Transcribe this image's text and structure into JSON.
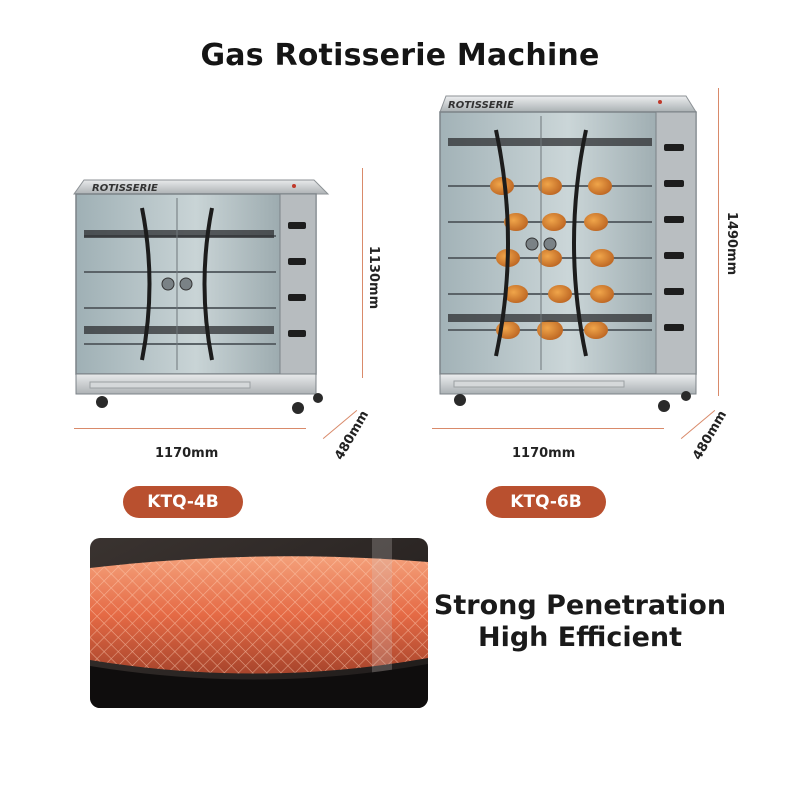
{
  "title": "Gas Rotisserie Machine",
  "machines": [
    {
      "brand": "ROTISSERIE",
      "model": "KTQ-4B",
      "width": "1170mm",
      "height": "1130mm",
      "depth": "480mm",
      "spits": 4
    },
    {
      "brand": "ROTISSERIE",
      "model": "KTQ-6B",
      "width": "1170mm",
      "height": "1490mm",
      "depth": "480mm",
      "spits": 6
    }
  ],
  "slogan": {
    "line1": "Strong Penetration",
    "line2": "High Efficient"
  },
  "colors": {
    "accent": "#b9502f",
    "dimension_line": "#d98a6a",
    "steel": "#c9ccce"
  }
}
